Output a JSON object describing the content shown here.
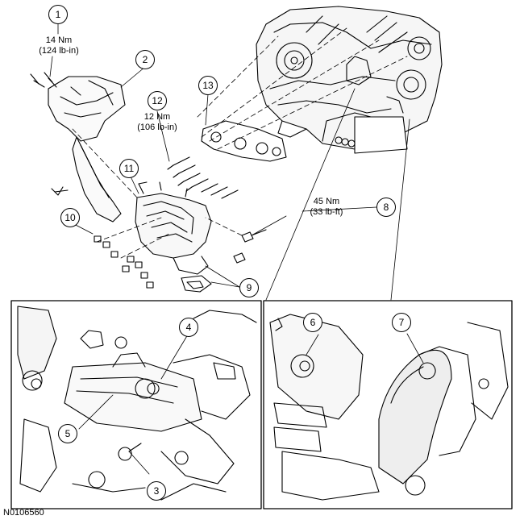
{
  "figure_id": "N0106560",
  "callouts": [
    "1",
    "2",
    "3",
    "4",
    "5",
    "6",
    "7",
    "8",
    "9",
    "10",
    "11",
    "12",
    "13"
  ],
  "torque_specs": {
    "item1": {
      "metric": "14 Nm",
      "imperial": "(124 lb-in)"
    },
    "item12": {
      "metric": "12 Nm",
      "imperial": "(106 lb-in)"
    },
    "item8": {
      "metric": "45 Nm",
      "imperial": "(33 lb-ft)"
    }
  }
}
